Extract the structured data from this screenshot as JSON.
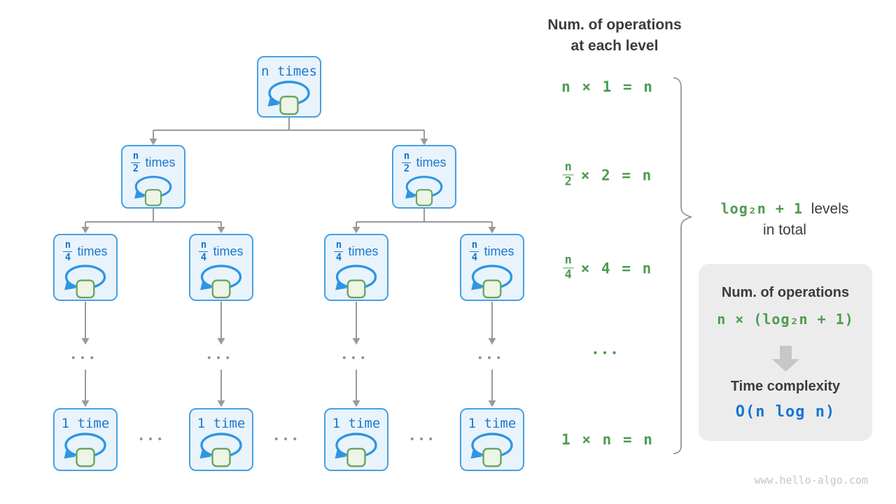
{
  "colors": {
    "box_border": "#47a0e2",
    "box_fill": "#e9f3fc",
    "box_text_blue": "#1a78cb",
    "loop_blue": "#2e96e3",
    "square_fill": "#edf5e6",
    "square_border": "#6aa562",
    "formula_green": "#4d9b50",
    "connector_gray": "#9a9a9a",
    "dark_text": "#3b3b3b",
    "panel_bg": "#ececec",
    "complexity_blue": "#1776d1",
    "footer_gray": "#c6c6c6"
  },
  "header": {
    "line1": "Num. of operations",
    "line2": "at each level"
  },
  "nodes": {
    "root": {
      "label": "n times"
    },
    "half": {
      "num": "n",
      "den": "2",
      "suffix": "times"
    },
    "quarter": {
      "num": "n",
      "den": "4",
      "suffix": "times"
    },
    "leaf": {
      "label": "1 time"
    }
  },
  "formulas": {
    "level1": "n × 1 = n",
    "level2": {
      "num": "n",
      "den": "2",
      "rest": "× 2 = n"
    },
    "level3": {
      "num": "n",
      "den": "4",
      "rest": "× 4 = n"
    },
    "ellipsis": "•••",
    "leaf": "1 × n = n"
  },
  "ellipsis": {
    "column": "•••",
    "row": "•••"
  },
  "brace_label": {
    "highlight": "log₂n + 1",
    "rest": "  levels",
    "line2": "in total"
  },
  "panel": {
    "title": "Num. of operations",
    "operations": "n × (log₂n + 1)",
    "subtitle": "Time complexity",
    "complexity": "O(n log n)"
  },
  "footer": "www.hello-algo.com"
}
